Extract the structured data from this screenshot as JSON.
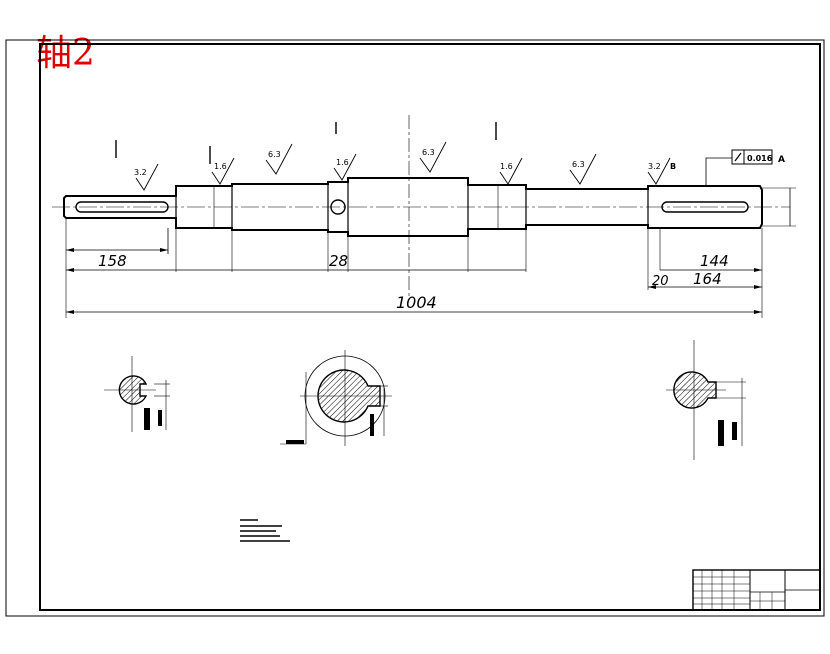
{
  "title": "轴2",
  "dimensions": {
    "left_key_length": "158",
    "overall_length": "1004",
    "collar_width": "28",
    "right_key_length": "144",
    "right_journal_length": "164",
    "right_step": "20"
  },
  "roughness": [
    "3.2",
    "1.6",
    "6.3",
    "1.6",
    "6.3",
    "1.6",
    "6.3",
    "3.2"
  ],
  "tolerance": {
    "value": "0.016",
    "datum": "A",
    "datum_marker": "B"
  },
  "colors": {
    "title": "#e00000",
    "lines": "#000000",
    "hatch": "#000000"
  }
}
